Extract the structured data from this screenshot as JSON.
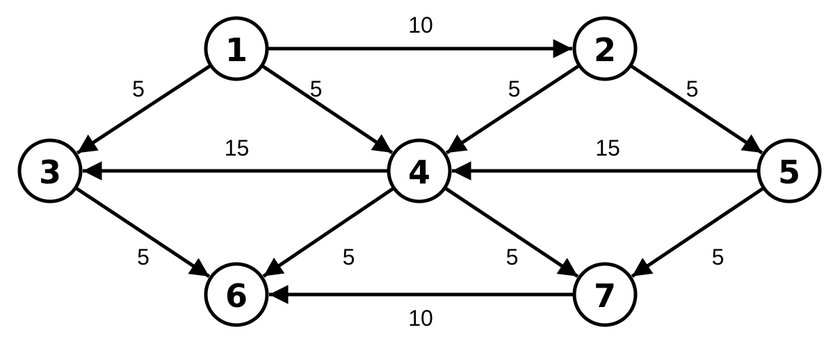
{
  "graph": {
    "directed": true,
    "nodes": [
      {
        "id": "1",
        "label": "1"
      },
      {
        "id": "2",
        "label": "2"
      },
      {
        "id": "3",
        "label": "3"
      },
      {
        "id": "4",
        "label": "4"
      },
      {
        "id": "5",
        "label": "5"
      },
      {
        "id": "6",
        "label": "6"
      },
      {
        "id": "7",
        "label": "7"
      }
    ],
    "edges": [
      {
        "from": "1",
        "to": "2",
        "label": "10"
      },
      {
        "from": "1",
        "to": "3",
        "label": "5"
      },
      {
        "from": "1",
        "to": "4",
        "label": "5"
      },
      {
        "from": "2",
        "to": "4",
        "label": "5"
      },
      {
        "from": "2",
        "to": "5",
        "label": "5"
      },
      {
        "from": "4",
        "to": "3",
        "label": "15"
      },
      {
        "from": "5",
        "to": "4",
        "label": "15"
      },
      {
        "from": "3",
        "to": "6",
        "label": "5"
      },
      {
        "from": "4",
        "to": "6",
        "label": "5"
      },
      {
        "from": "4",
        "to": "7",
        "label": "5"
      },
      {
        "from": "5",
        "to": "7",
        "label": "5"
      },
      {
        "from": "7",
        "to": "6",
        "label": "10"
      }
    ]
  }
}
